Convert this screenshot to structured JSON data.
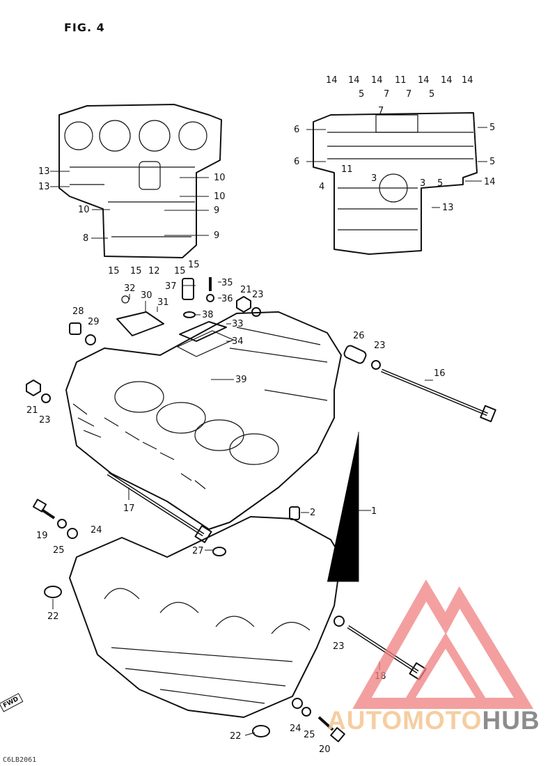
{
  "figure": {
    "title": "FIG. 4"
  },
  "callouts": {
    "c1": "1",
    "c2": "2",
    "c3a": "3",
    "c3b": "3",
    "c4": "4",
    "c5a": "5",
    "c5b": "5",
    "c5c": "5",
    "c5d": "5",
    "c5e": "5",
    "c6a": "6",
    "c6b": "6",
    "c7a": "7",
    "c7b": "7",
    "c7c": "7",
    "c8": "8",
    "c9a": "9",
    "c9b": "9",
    "c10a": "10",
    "c10b": "10",
    "c10c": "10",
    "c11a": "11",
    "c11b": "11",
    "c12": "12",
    "c13a": "13",
    "c13b": "13",
    "c13c": "13",
    "c14a": "14",
    "c14b": "14",
    "c14c": "14",
    "c14d": "14",
    "c14e": "14",
    "c14f": "14",
    "c14g": "14",
    "c15a": "15",
    "c15b": "15",
    "c15c": "15",
    "c15d": "15",
    "c16": "16",
    "c17": "17",
    "c18": "18",
    "c19": "19",
    "c20": "20",
    "c21a": "21",
    "c21b": "21",
    "c22a": "22",
    "c22b": "22",
    "c23a": "23",
    "c23b": "23",
    "c23c": "23",
    "c23d": "23",
    "c24a": "24",
    "c24b": "24",
    "c25a": "25",
    "c25b": "25",
    "c26": "26",
    "c27": "27",
    "c28": "28",
    "c29": "29",
    "c30": "30",
    "c31": "31",
    "c32": "32",
    "c33": "33",
    "c34": "34",
    "c35": "35",
    "c36": "36",
    "c37": "37",
    "c38": "38",
    "c39": "39"
  },
  "direction_marker": "FWD",
  "footer_code": "C6LB2061",
  "watermark": {
    "part1": "AUTOMOTO",
    "part2": "HUB",
    "colors": {
      "logo": "#f08080",
      "part1": "#f5c896",
      "part2": "#787878"
    }
  }
}
